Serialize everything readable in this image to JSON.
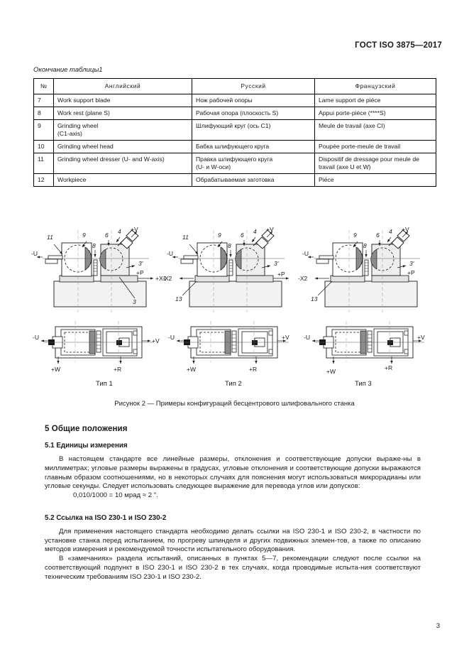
{
  "header": {
    "standard": "ГОСТ ISO 3875—2017"
  },
  "table": {
    "caption": "Окончание таблицы1",
    "columns": [
      "№",
      "Английский",
      "Русский",
      "Французский"
    ],
    "rows": [
      {
        "num": "7",
        "en": "Work support blade",
        "ru": "Нож рабочей опоры",
        "fr": "Lame support de piéce"
      },
      {
        "num": "8",
        "en": "Work rest (plane S)",
        "ru": "Рабочая опора (плоскость S)",
        "fr": "Appui porte-piéce (****S)"
      },
      {
        "num": "9",
        "en": "Grinding wheel\n(C1-axis)",
        "ru": "Шлифующий круг (ось C1)",
        "fr": "Meule de travail (axe CI)"
      },
      {
        "num": "10",
        "en": "Grinding wheel head",
        "ru": "Бабка шлифующего круга",
        "fr": "Poupée porte-meule de travail"
      },
      {
        "num": "11",
        "en": "Grinding wheel dresser (U- and W-axis)",
        "ru": "Правка шлифующего круга\n(U- и W-оси)",
        "fr": "Dispositif de dressage pour meule de travail (axe U et W)"
      },
      {
        "num": "12",
        "en": "Workpiece",
        "ru": "Обрабатываемая заготовка",
        "fr": "Piéce"
      }
    ]
  },
  "figure": {
    "caption": "Рисунок 2 — Примеры конфигураций бесцентрового шлифовального станка",
    "type_labels": [
      "Тип 1",
      "Тип 2",
      "Тип 3"
    ],
    "callouts": {
      "type1": [
        "11",
        "9",
        "8",
        "6",
        "4",
        "+V",
        "-U",
        "3'",
        "+P",
        "+X1",
        "3"
      ],
      "type2": [
        "11",
        "9",
        "8",
        "6",
        "4",
        "+V",
        "-U",
        "3'",
        "+P",
        "-X2",
        "13"
      ],
      "type3": [
        "9",
        "8",
        "6",
        "4",
        "+V",
        "-U",
        "3'",
        "+P",
        "-X2",
        "13"
      ],
      "plan": [
        "-U",
        "+V",
        "+W",
        "+R"
      ]
    }
  },
  "sections": {
    "s5_title": "5  Общие положения",
    "s51_title": "5.1  Единицы измерения",
    "s51_p1": "В настоящем стандарте все линейные размеры, отклонения и соответствующие допуски выраже-ны в миллиметрах; угловые размеры выражены в градусах, угловые отклонения и  соответствующие допуски выражаются главным образом соотношениями, но в некоторых случаях для пояснения могут использоваться микрорадианы или угловые секунды. Следует использовать следующее выражение для перевода углов или допусков:",
    "s51_formula": "0,010/1000 = 10 мрад ≈ 2 \".",
    "s52_title": "5.2 Ссылка на ISO 230-1 и ISO 230-2",
    "s52_p1": "Для применения настоящего стандарта необходимо делать ссылки на ISO 230-1 и ISO 230-2, в частности по установке станка перед испытанием, по прогреву шпинделя и других подвижных элемен-тов, а также по описанию методов измерения и рекомендуемой точности испытательного оборудования.",
    "s52_p2": "В «замечаниях» раздела испытаний, описанных в пунктах 5—7, рекомендации следуют  после ссылки на соответствующий подпункт в ISO 230-1 и ISO 230-2 в тех случаях, когда проводимые испыта-ния соответствуют техническим требованиям ISO 230-1 и ISO 230-2."
  },
  "footer": {
    "page_number": "3"
  }
}
